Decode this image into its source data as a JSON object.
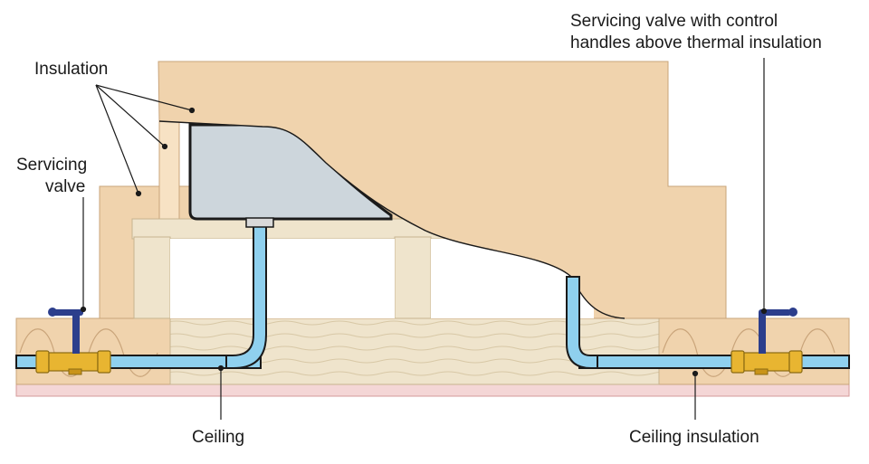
{
  "labels": {
    "insulation": "Insulation",
    "servicing_valve_line1": "Servicing",
    "servicing_valve_line2": "valve",
    "valve_control_line1": "Servicing valve with control",
    "valve_control_line2": "handles above thermal insulation",
    "ceiling": "Ceiling",
    "ceiling_insulation": "Ceiling insulation"
  },
  "colors": {
    "insulation_fill": "#f0d3ad",
    "insulation_light": "#f7e2c4",
    "timber": "#efe4cc",
    "tank": "#cdd6dc",
    "pipe": "#8fd0ee",
    "valve_brass": "#e8b531",
    "valve_handle": "#2c3e8c",
    "ceiling_board": "#f4d6d6"
  },
  "icons": {
    "valve_left": "gate-valve-icon",
    "valve_right": "gate-valve-icon"
  }
}
